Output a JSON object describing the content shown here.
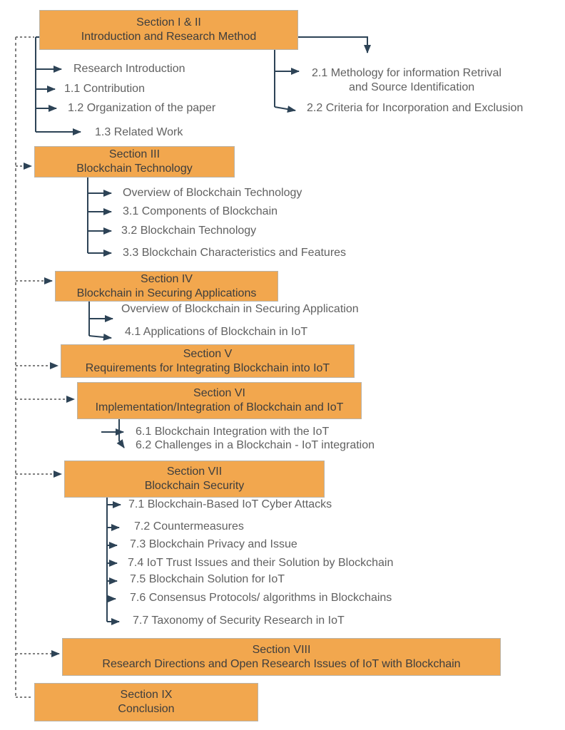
{
  "colors": {
    "box_fill": "#F2A74E",
    "box_border": "#B9B3A8",
    "box_text": "#3D3D3D",
    "item_text": "#616161",
    "connector": "#2D4356",
    "dashed_line": "#7F7F7F",
    "background": "#FFFFFF"
  },
  "sections": [
    {
      "title": "Section I & II",
      "subtitle": "Introduction and Research Method",
      "items": [
        "Research Introduction",
        "1.1 Contribution",
        "1.2 Organization of the paper",
        "1.3 Related Work"
      ],
      "right_items": [
        {
          "line1": "2.1 Methology for information Retrival",
          "line2": "and Source Identification"
        },
        {
          "line1": "2.2 Criteria for Incorporation and Exclusion"
        }
      ]
    },
    {
      "title": "Section III",
      "subtitle": "Blockchain Technology",
      "items": [
        "Overview of Blockchain Technology",
        "3.1 Components of Blockchain",
        "3.2 Blockchain Technology",
        "3.3 Blockchain Characteristics and Features"
      ]
    },
    {
      "title": "Section IV",
      "subtitle": "Blockchain in Securing Applications",
      "items": [
        "Overview of Blockchain in Securing Application",
        "4.1 Applications of Blockchain in IoT"
      ]
    },
    {
      "title": "Section V",
      "subtitle": "Requirements for Integrating Blockchain into IoT",
      "items": []
    },
    {
      "title": "Section VI",
      "subtitle": "Implementation/Integration of Blockchain and IoT",
      "items": [
        "6.1 Blockchain Integration with the IoT",
        "6.2 Challenges in a Blockchain - IoT integration"
      ]
    },
    {
      "title": "Section VII",
      "subtitle": "Blockchain Security",
      "items": [
        "7.1 Blockchain-Based IoT Cyber Attacks",
        "7.2 Countermeasures",
        "7.3 Blockchain Privacy and Issue",
        "7.4 IoT Trust Issues and their Solution by Blockchain",
        "7.5 Blockchain Solution for IoT",
        "7.6 Consensus Protocols/ algorithms in Blockchains",
        "7.7 Taxonomy of Security Research in IoT"
      ]
    },
    {
      "title": "Section VIII",
      "subtitle": "Research Directions and Open Research Issues of IoT with Blockchain",
      "items": []
    },
    {
      "title": "Section IX",
      "subtitle": "Conclusion",
      "items": []
    }
  ]
}
